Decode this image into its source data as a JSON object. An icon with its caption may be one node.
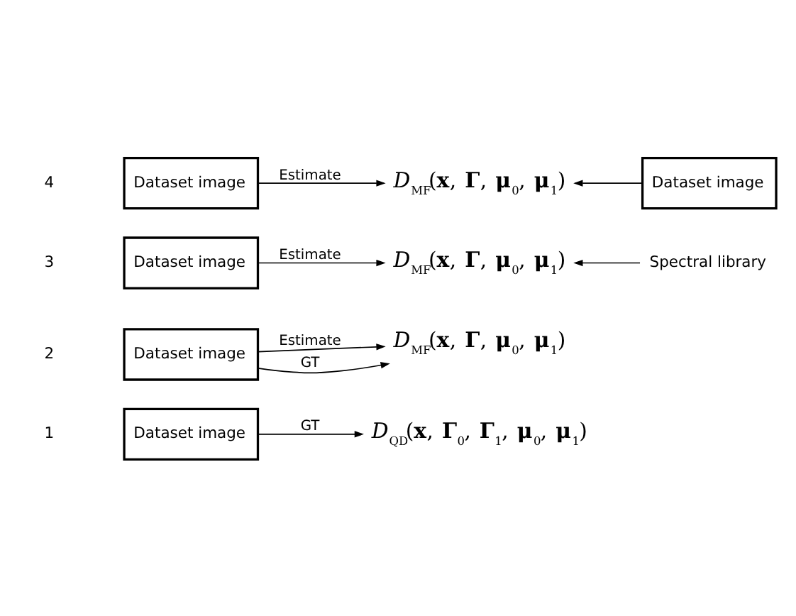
{
  "diagram": {
    "nodes": [
      {
        "text": [
          "Dataset image"
        ]
      },
      {
        "text": [
          "*D*$_{QD}$(**x**, **Γ**$_{0}$, **Γ**$_{1}$, **μ**$_{0}$, **μ**$_{1}$)"
        ]
      },
      {
        "text": [
          "Dataset image"
        ]
      },
      {
        "text": [
          "*D*$_{MF}$(**x**, **Γ**, **μ**$_{0}$, **μ**$_{1}$)"
        ]
      },
      {
        "text": [
          "Dataset image"
        ]
      },
      {
        "text": [
          "*D*$_{MF}$(**x**, **Γ**, **μ**$_{0}$, **μ**$_{1}$)"
        ]
      },
      {
        "text": [
          "Spectral library"
        ]
      },
      {
        "text": [
          "Dataset image"
        ]
      },
      {
        "text": [
          "*D*$_{MF}$(**x**, **Γ**, **μ**$_{0}$, **μ**$_{1}$)"
        ]
      },
      {
        "text": [
          "Dataset image"
        ]
      }
    ],
    "edges": [
      {
        "from": 0,
        "to": 1,
        "arrow": "to",
        "label": "GT"
      },
      {
        "from": 2,
        "to": 3,
        "arrow": "to",
        "label": "Estimate"
      },
      {
        "from": 2,
        "to": 3,
        "arrow": "to",
        "label": "GT"
      },
      {
        "from": 4,
        "to": 5,
        "arrow": "to",
        "label": "Estimate"
      },
      {
        "from": 6,
        "to": 5,
        "arrow": "to"
      },
      {
        "from": 7,
        "to": 8,
        "arrow": "to",
        "label": "Estimate"
      },
      {
        "from": 9,
        "to": 8,
        "arrow": "to"
      }
    ],
    "labels": [
      "1",
      "2",
      "3",
      "4"
    ]
  }
}
